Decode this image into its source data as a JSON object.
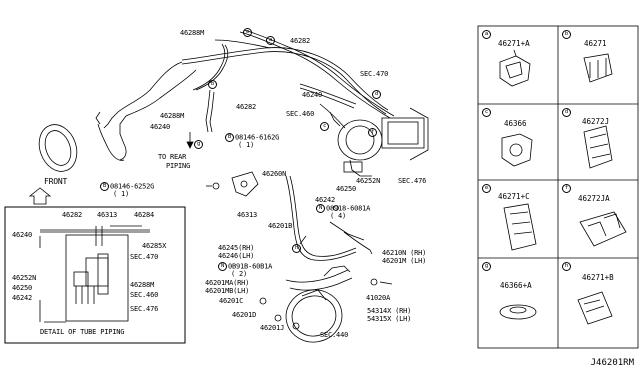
{
  "main_labels": {
    "l46288m_top": "46288M",
    "l46282_top": "46282",
    "sec470": "SEC.470",
    "l46240_r": "46240",
    "sec460": "SEC.460",
    "l46288m_mid": "46288M",
    "l46282_mid": "46282",
    "l46240_l": "46240",
    "bolt_a1": "08146-6162G",
    "bolt_a2": "( 1)",
    "to_rear1": "TO REAR",
    "to_rear2": "PIPING",
    "front": "FRONT",
    "bolt_b1": "08146-6252G",
    "bolt_b2": "( 1)",
    "l46260n": "46260N",
    "l46313": "46313",
    "l46252n": "46252N",
    "sec476": "SEC.476",
    "l46250": "46250",
    "l46242": "46242",
    "l46201b": "46201B",
    "nut_c1": "08918-6081A",
    "nut_c2": "( 4)",
    "l46245": "46245(RH)",
    "l46246": "46246(LH)",
    "nut_d1": "0B91B-60B1A",
    "nut_d2": "( 2)",
    "l46210n": "46210N (RH)",
    "l46201m": "46201M (LH)",
    "l46201ma": "46201MA(RH)",
    "l46201mb": "46201MB(LH)",
    "l41020a": "41020A",
    "l46201c": "46201C",
    "l46201d": "46201D",
    "l54314x": "54314X (RH)",
    "l54315x": "54315X (LH)",
    "l46201j": "46201J",
    "sec440": "SEC.440"
  },
  "bolt_symbol": "B",
  "nut_symbol": "N",
  "detail": {
    "caption": "DETAIL OF TUBE PIPING",
    "l46282": "46282",
    "l46313": "46313",
    "l46284": "46284",
    "l46240": "46240",
    "l46285x": "46285X",
    "sec470": "SEC.470",
    "l46252n": "46252N",
    "l46288m": "46288M",
    "l46250": "46250",
    "sec460": "SEC.460",
    "l46242": "46242",
    "sec476": "SEC.476"
  },
  "parts": [
    {
      "letter": "a",
      "number": "46271+A"
    },
    {
      "letter": "b",
      "number": "46271"
    },
    {
      "letter": "c",
      "number": "46366"
    },
    {
      "letter": "d",
      "number": "46272J"
    },
    {
      "letter": "e",
      "number": "46271+C"
    },
    {
      "letter": "f",
      "number": "46272JA"
    },
    {
      "letter": "g",
      "number": "46366+A"
    },
    {
      "letter": "h",
      "number": "46271+B"
    }
  ],
  "diagram_ref": "J46201RM",
  "callouts": [
    "a",
    "b",
    "c",
    "d",
    "e",
    "f",
    "g",
    "h"
  ]
}
